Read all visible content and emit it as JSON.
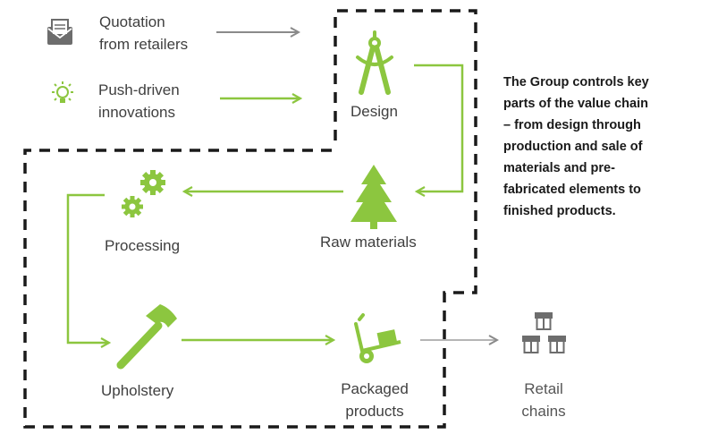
{
  "inputs": [
    {
      "lines": [
        "Quotation",
        "from retailers"
      ],
      "icon": "envelope-icon"
    },
    {
      "lines": [
        "Push-driven",
        "innovations"
      ],
      "icon": "lightbulb-icon"
    }
  ],
  "stages": {
    "design": {
      "label": "Design",
      "icon": "compass-icon"
    },
    "raw_materials": {
      "label": "Raw materials",
      "icon": "tree-icon"
    },
    "processing": {
      "label": "Processing",
      "icon": "gears-icon"
    },
    "upholstery": {
      "label": "Upholstery",
      "icon": "hammer-icon"
    },
    "packaged_products": {
      "lines": [
        "Packaged",
        "products"
      ],
      "icon": "hand-truck-icon"
    },
    "retail_chains": {
      "lines": [
        "Retail",
        "chains"
      ],
      "icon": "storefront-icon"
    }
  },
  "description_lines": [
    "The Group controls key",
    "parts of the value chain",
    "– from design through",
    "production and sale of",
    "materials and pre-",
    "fabricated elements to",
    "finished products."
  ],
  "colors": {
    "green": "#8cc63f",
    "gray_arrow": "#8a8a8a",
    "gray_icon": "#6d6d6d",
    "boundary": "#1a1a1a"
  }
}
